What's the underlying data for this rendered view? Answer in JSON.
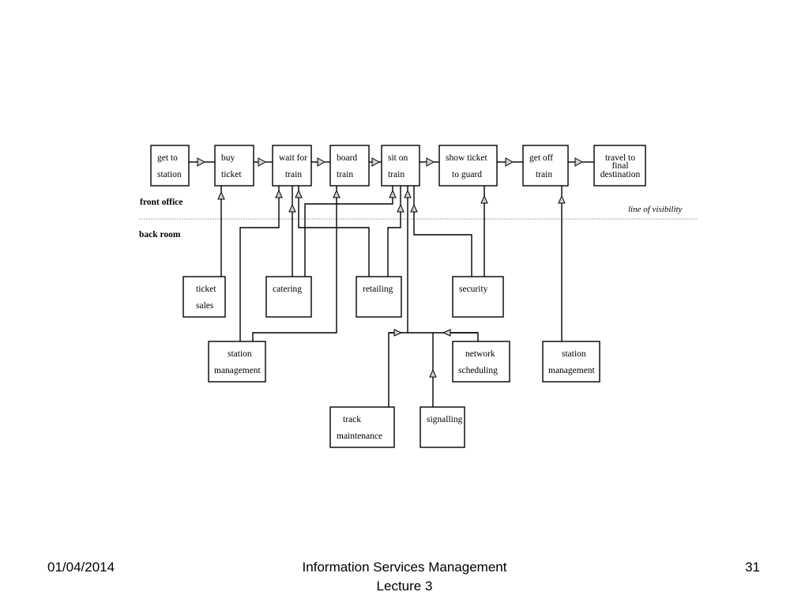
{
  "diagram": {
    "zones": {
      "front_office": "front office",
      "back_room": "back room",
      "line_of_visibility": "line of visibility"
    },
    "front_steps": [
      {
        "id": "get-to-station",
        "lines": [
          "get to",
          "station"
        ]
      },
      {
        "id": "buy-ticket",
        "lines": [
          "buy",
          "ticket"
        ]
      },
      {
        "id": "wait-for-train",
        "lines": [
          "wait for",
          "train"
        ]
      },
      {
        "id": "board-train",
        "lines": [
          "board",
          "train"
        ]
      },
      {
        "id": "sit-on-train",
        "lines": [
          "sit on",
          "train"
        ]
      },
      {
        "id": "show-ticket-to-guard",
        "lines": [
          "show ticket",
          "to guard"
        ]
      },
      {
        "id": "get-off-train",
        "lines": [
          "get off",
          "train"
        ]
      },
      {
        "id": "travel-to-final-destination",
        "lines": [
          "travel to",
          "final",
          "destination"
        ]
      }
    ],
    "back_processes": [
      {
        "id": "ticket-sales",
        "lines": [
          "ticket",
          "sales"
        ]
      },
      {
        "id": "catering",
        "lines": [
          "catering"
        ]
      },
      {
        "id": "retailing",
        "lines": [
          "retailing"
        ]
      },
      {
        "id": "security",
        "lines": [
          "security"
        ]
      },
      {
        "id": "station-management-1",
        "lines": [
          "station",
          "management"
        ]
      },
      {
        "id": "network-scheduling",
        "lines": [
          "network",
          "scheduling"
        ]
      },
      {
        "id": "station-management-2",
        "lines": [
          "station",
          "management"
        ]
      },
      {
        "id": "track-maintenance",
        "lines": [
          "track",
          "maintenance"
        ]
      },
      {
        "id": "signalling",
        "lines": [
          "signalling"
        ]
      }
    ]
  },
  "footer": {
    "date": "01/04/2014",
    "title_line1": "Information Services Management",
    "title_line2": "Lecture 3",
    "page_number": "31"
  }
}
